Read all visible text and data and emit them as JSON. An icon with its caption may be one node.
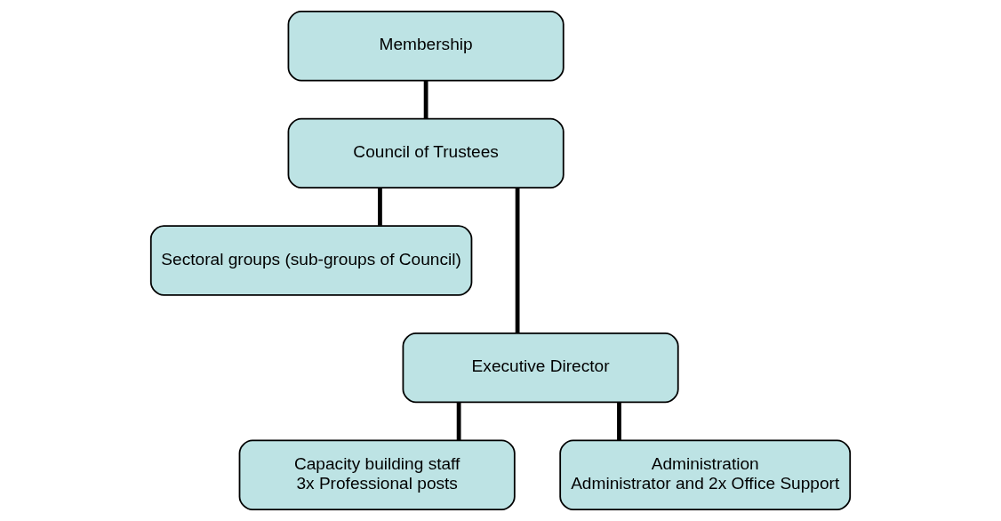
{
  "diagram": {
    "nodes": [
      {
        "text": [
          "Membership"
        ]
      },
      {
        "text": [
          "Council of Trustees"
        ]
      },
      {
        "text": [
          "Sectoral groups (sub-groups of Council)"
        ]
      },
      {
        "text": [
          "Executive Director"
        ]
      },
      {
        "text": [
          "Capacity building staff",
          "3x Professional posts"
        ]
      },
      {
        "text": [
          "Administration",
          "Administrator and 2x Office Support"
        ]
      }
    ],
    "edges": [
      {
        "from": 0,
        "to": 1,
        "arrow": "none"
      },
      {
        "from": 1,
        "to": 3,
        "arrow": "none"
      },
      {
        "from": 1,
        "to": 2,
        "arrow": "none"
      },
      {
        "from": 3,
        "to": 4,
        "arrow": "none"
      },
      {
        "from": 3,
        "to": 5,
        "arrow": "none"
      }
    ]
  }
}
